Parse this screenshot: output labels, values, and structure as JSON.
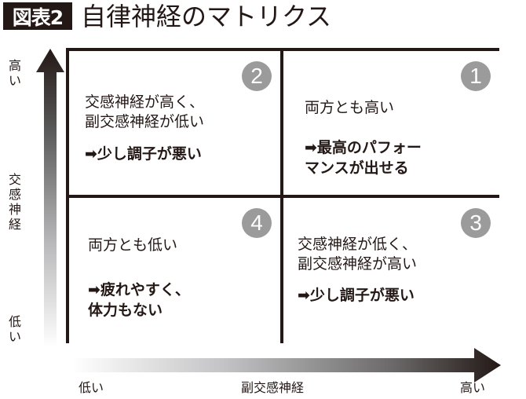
{
  "header": {
    "badge": "図表2",
    "title": "自律神経のマトリクス"
  },
  "colors": {
    "ink": "#231815",
    "number_circle": "#9b9b9b",
    "background": "#ffffff"
  },
  "axes": {
    "y": {
      "label": "交感神経",
      "high": "高い",
      "low": "低い"
    },
    "x": {
      "label": "副交感神経",
      "high": "高い",
      "low": "低い"
    }
  },
  "quadrants": [
    {
      "number": "1",
      "position": "top-right",
      "condition": "両方とも高い",
      "result": "➡最高のパフォー\nマンスが出せる"
    },
    {
      "number": "2",
      "position": "top-left",
      "condition": "交感神経が高く、\n副交感神経が低い",
      "result": "➡少し調子が悪い"
    },
    {
      "number": "3",
      "position": "bottom-right",
      "condition": "交感神経が低く、\n副交感神経が高い",
      "result": "➡少し調子が悪い"
    },
    {
      "number": "4",
      "position": "bottom-left",
      "condition": "両方とも低い",
      "result": "➡疲れやすく、\n体力もない"
    }
  ]
}
